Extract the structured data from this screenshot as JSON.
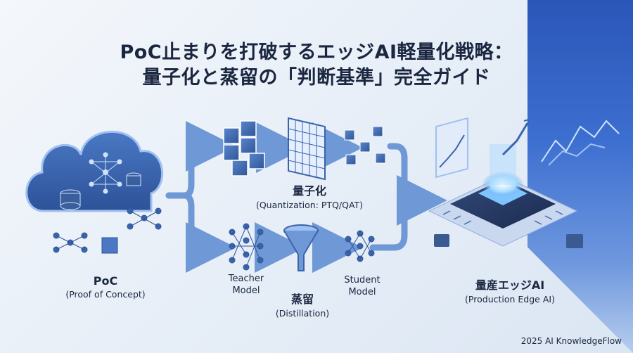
{
  "title": {
    "line1": "PoC止まりを打破するエッジAI軽量化戦略：",
    "line2": "量子化と蒸留の「判断基準」完全ガイド"
  },
  "poc": {
    "label": "PoC",
    "sublabel": "(Proof of Concept)"
  },
  "quantization": {
    "label": "量子化",
    "sublabel": "(Quantization: PTQ/QAT)"
  },
  "teacher": {
    "line1": "Teacher",
    "line2": "Model"
  },
  "distillation": {
    "label": "蒸留",
    "sublabel": "(Distillation)"
  },
  "student": {
    "line1": "Student",
    "line2": "Model"
  },
  "production": {
    "label": "量産エッジAI",
    "sublabel": "(Production Edge AI)"
  },
  "footer": "2025 AI KnowledgeFlow",
  "colors": {
    "accent": "#3d6fd0",
    "dark": "#1b2740",
    "light": "#9fc0f0"
  }
}
